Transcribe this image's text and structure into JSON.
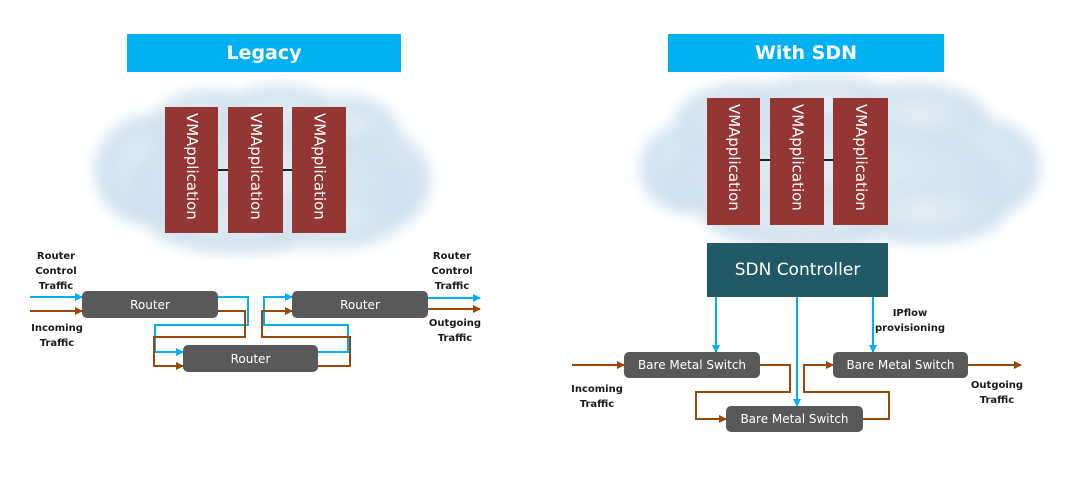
{
  "colors": {
    "header": "#00b0f0",
    "vm": "#943634",
    "device": "#595959",
    "controller": "#215967",
    "control_line": "#00b0f0",
    "data_line": "#984807"
  },
  "legacy": {
    "title": "Legacy",
    "vms": [
      {
        "line1": "VM",
        "line2": "Application"
      },
      {
        "line1": "VM",
        "line2": "Application"
      },
      {
        "line1": "VM",
        "line2": "Application"
      }
    ],
    "routers": [
      "Router",
      "Router",
      "Router"
    ],
    "labels": {
      "in_control": "Router\nControl\nTraffic",
      "in_data": "Incoming\nTraffic",
      "out_control": "Router\nControl\nTraffic",
      "out_data": "Outgoing\nTraffic"
    }
  },
  "sdn": {
    "title": "With SDN",
    "vms": [
      {
        "line1": "VM",
        "line2": "Application"
      },
      {
        "line1": "VM",
        "line2": "Application"
      },
      {
        "line1": "VM",
        "line2": "Application"
      }
    ],
    "controller": "SDN Controller",
    "switches": [
      "Bare Metal Switch",
      "Bare Metal Switch",
      "Bare Metal Switch"
    ],
    "labels": {
      "in_data": "Incoming\nTraffic",
      "out_data": "Outgoing\nTraffic",
      "provisioning": "IPflow\nprovisioning"
    }
  }
}
